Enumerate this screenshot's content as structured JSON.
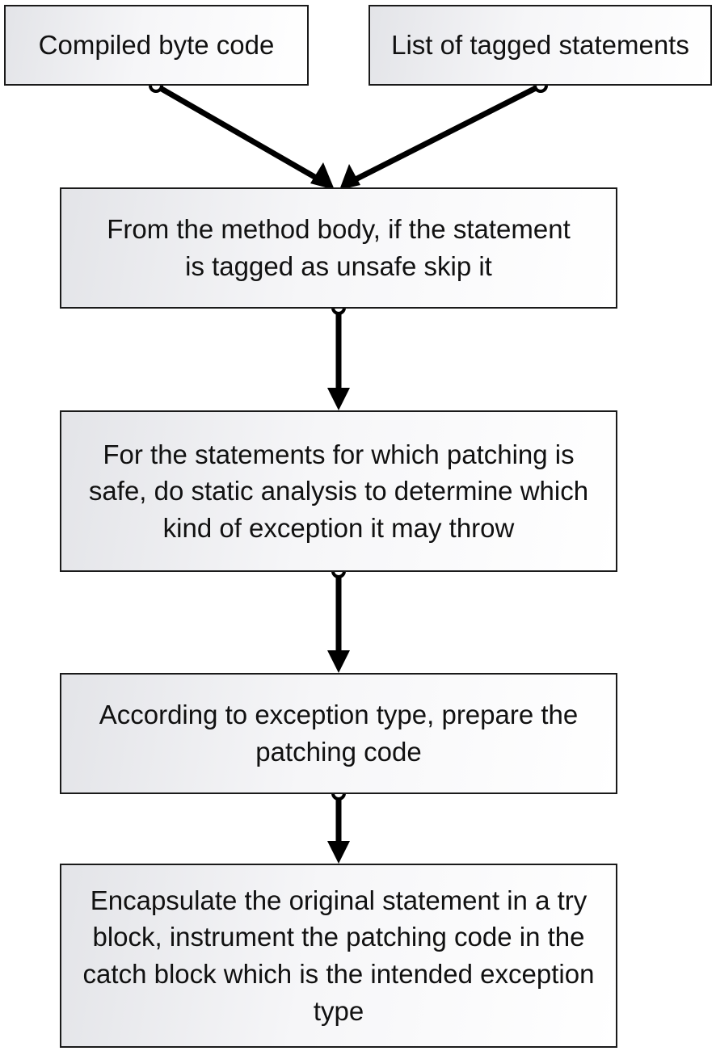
{
  "diagram": {
    "nodes": [
      {
        "id": "input_bytecode",
        "text": "Compiled byte code"
      },
      {
        "id": "input_tagged",
        "text": "List of tagged statements"
      },
      {
        "id": "step_skip_unsafe",
        "text": "From the method body, if the statement is tagged as unsafe skip it"
      },
      {
        "id": "step_static_analysis",
        "text": "For the statements for which patching is safe, do static analysis to determine which kind of exception it may throw"
      },
      {
        "id": "step_prepare_patch",
        "text": "According to exception type, prepare the patching code"
      },
      {
        "id": "step_encapsulate",
        "text": "Encapsulate the original statement in a try block, instrument the patching code in the catch block which is the intended exception type"
      }
    ],
    "edges": [
      {
        "from": "input_bytecode",
        "to": "step_skip_unsafe"
      },
      {
        "from": "input_tagged",
        "to": "step_skip_unsafe"
      },
      {
        "from": "step_skip_unsafe",
        "to": "step_static_analysis"
      },
      {
        "from": "step_static_analysis",
        "to": "step_prepare_patch"
      },
      {
        "from": "step_prepare_patch",
        "to": "step_encapsulate"
      }
    ]
  }
}
